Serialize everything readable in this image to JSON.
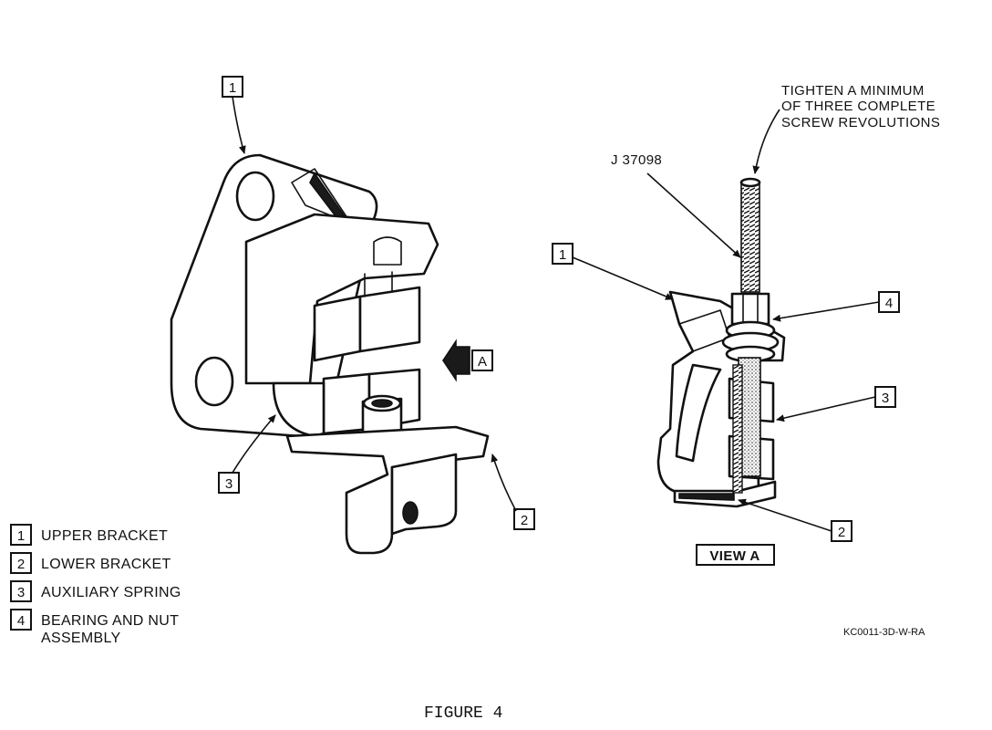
{
  "figure": {
    "caption": "FIGURE 4",
    "drawing_id": "KC0011-3D-W-RA"
  },
  "main_view": {
    "callouts": [
      "1",
      "2",
      "3"
    ],
    "view_arrow_label": "A"
  },
  "view_a": {
    "title": "VIEW A",
    "tool_label": "J 37098",
    "instruction_lines": [
      "TIGHTEN A MINIMUM",
      "OF THREE COMPLETE",
      "SCREW REVOLUTIONS"
    ],
    "callouts": [
      "1",
      "4",
      "3",
      "2"
    ]
  },
  "legend": {
    "items": [
      {
        "num": "1",
        "lines": [
          "UPPER BRACKET"
        ]
      },
      {
        "num": "2",
        "lines": [
          "LOWER BRACKET"
        ]
      },
      {
        "num": "3",
        "lines": [
          "AUXILIARY SPRING"
        ]
      },
      {
        "num": "4",
        "lines": [
          "BEARING AND NUT",
          "ASSEMBLY"
        ]
      }
    ]
  }
}
